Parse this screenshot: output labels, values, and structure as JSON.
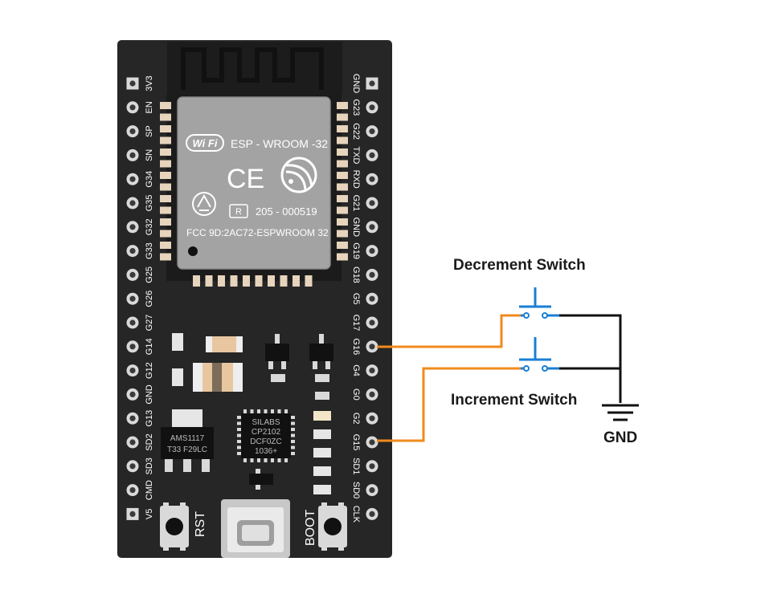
{
  "board": {
    "left_pins": [
      "3V3",
      "EN",
      "SP",
      "SN",
      "G34",
      "G35",
      "G32",
      "G33",
      "G25",
      "G26",
      "G27",
      "G14",
      "G12",
      "GND",
      "G13",
      "SD2",
      "SD3",
      "CMD",
      "V5"
    ],
    "right_pins": [
      "GND",
      "G23",
      "G22",
      "TXD",
      "RXD",
      "G21",
      "GND",
      "G19",
      "G18",
      "G5",
      "G17",
      "G16",
      "G4",
      "G0",
      "G2",
      "G15",
      "SD1",
      "SD0",
      "CLK"
    ],
    "module_name": "ESP - WROOM -32",
    "wifi_logo": "Wi Fi",
    "ce_mark": "CE",
    "r_mark": "R",
    "cert_code": "205 - 000519",
    "fcc_text": "FCC 9D:2AC72-ESPWROOM 32",
    "regulator_line1": "AMS1117",
    "regulator_line2": "T33 F29LC",
    "usb_chip_line1": "SILABS",
    "usb_chip_line2": "CP2102",
    "usb_chip_line3": "DCF0ZC",
    "usb_chip_line4": "1036+",
    "rst_label": "RST",
    "boot_label": "BOOT"
  },
  "circuit": {
    "decrement_label": "Decrement Switch",
    "increment_label": "Increment Switch",
    "ground_label": "GND"
  },
  "colors": {
    "board": "#262626",
    "wire_orange": "#f08a1c",
    "switch_blue": "#1a7fd4",
    "wire_black": "#111111"
  }
}
